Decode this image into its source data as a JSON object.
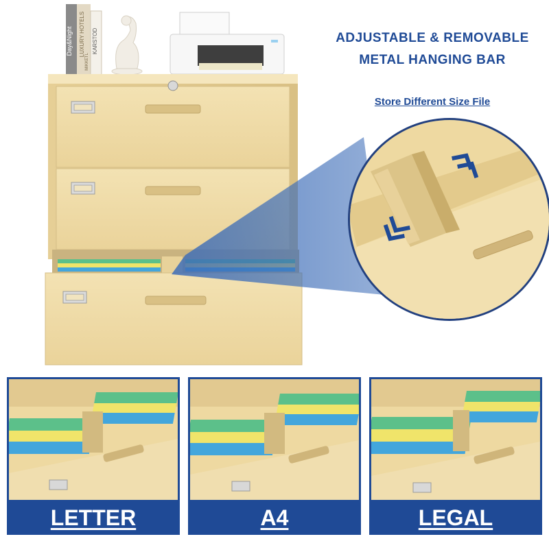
{
  "headline": {
    "line1": "ADJUSTABLE & REMOVABLE",
    "line2": "METAL HANGING BAR",
    "subtitle": "Store Different Size File"
  },
  "shelf": {
    "book1_spine": "Day&Night",
    "book2_spine": "LUXURY HOTELS",
    "book2_sub": "MIKKETL",
    "book3_spine": "KARSTOD"
  },
  "panels": [
    {
      "label": "LETTER"
    },
    {
      "label": "A4"
    },
    {
      "label": "LEGAL"
    }
  ],
  "colors": {
    "brand_blue": "#1f4a96",
    "cabinet_beige": "#f0dca7",
    "folder_green": "#5cc08a",
    "folder_yellow": "#f0e46a",
    "folder_blue": "#43a6dc"
  }
}
